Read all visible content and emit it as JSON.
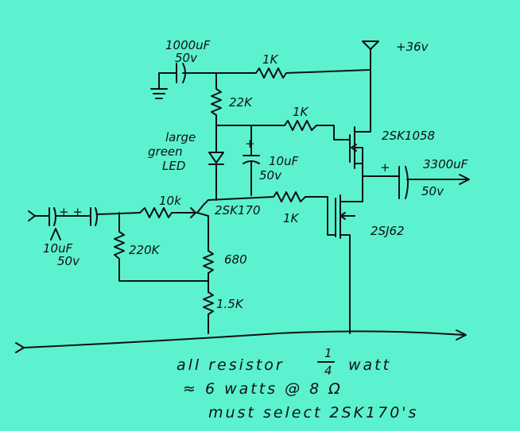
{
  "labels": {
    "c_input_a": "10uF",
    "c_input_b": "50v",
    "c_input_plus": "+ +",
    "c_bypass_a": "1000uF",
    "c_bypass_b": "50v",
    "c_led_a": "10uF",
    "c_led_b": "50v",
    "c_led_plus": "+",
    "c_out_a": "3300uF",
    "c_out_b": "50v",
    "c_out_plus": "+",
    "r_top": "1K",
    "r_22k": "22K",
    "r_fb": "1K",
    "r_in": "10k",
    "r_220k": "220K",
    "r_680": "680",
    "r_15k": "1.5K",
    "r_gate": "1K",
    "led": "large\ngreen\nLED",
    "q1": "2SK170",
    "q2": "2SK1058",
    "q3": "2SJ62",
    "supply": "+36v"
  },
  "notes": {
    "line1": "all resistor 1/4 watt",
    "line1_pre": "all resistor",
    "line1_num": "1",
    "line1_den": "4",
    "line1_post": "watt",
    "line2": "≈ 6 watts @ 8 Ω",
    "line3": "must select 2SK170's"
  },
  "colors": {
    "background": "#5cf2cf",
    "ink": "#111111"
  }
}
